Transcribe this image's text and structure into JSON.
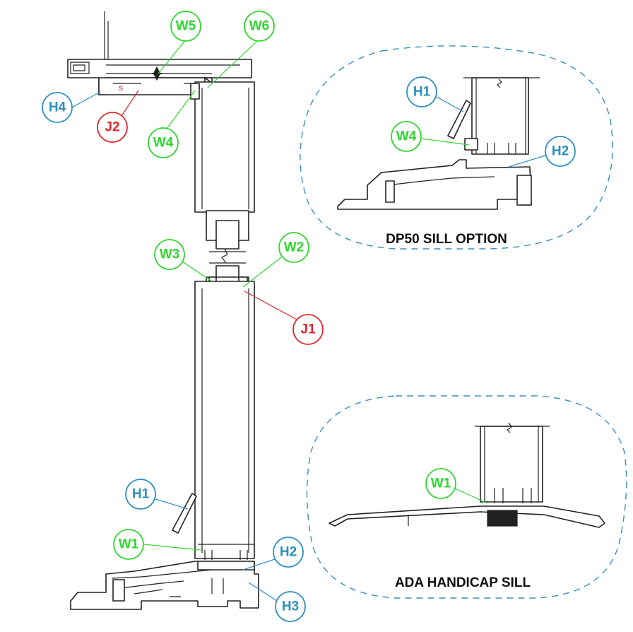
{
  "colors": {
    "weather_seal": "#2fd62f",
    "hardware": "#2a8fc0",
    "joint": "#e0262e",
    "detail_outline": "#3a8dbd",
    "line": "#222222"
  },
  "callouts": {
    "W5": "W5",
    "W6": "W6",
    "H4": "H4",
    "J2": "J2",
    "W4": "W4",
    "W3": "W3",
    "W2": "W2",
    "J1": "J1",
    "H1": "H1",
    "W1": "W1",
    "H2": "H2",
    "H3": "H3"
  },
  "details": {
    "dp50": {
      "title": "DP50 SILL OPTION",
      "callouts": {
        "H1": "H1",
        "W4": "W4",
        "H2": "H2"
      }
    },
    "ada": {
      "title": "ADA HANDICAP SILL",
      "callouts": {
        "W1": "W1"
      }
    }
  },
  "marks": {
    "head_glyph": "s"
  }
}
